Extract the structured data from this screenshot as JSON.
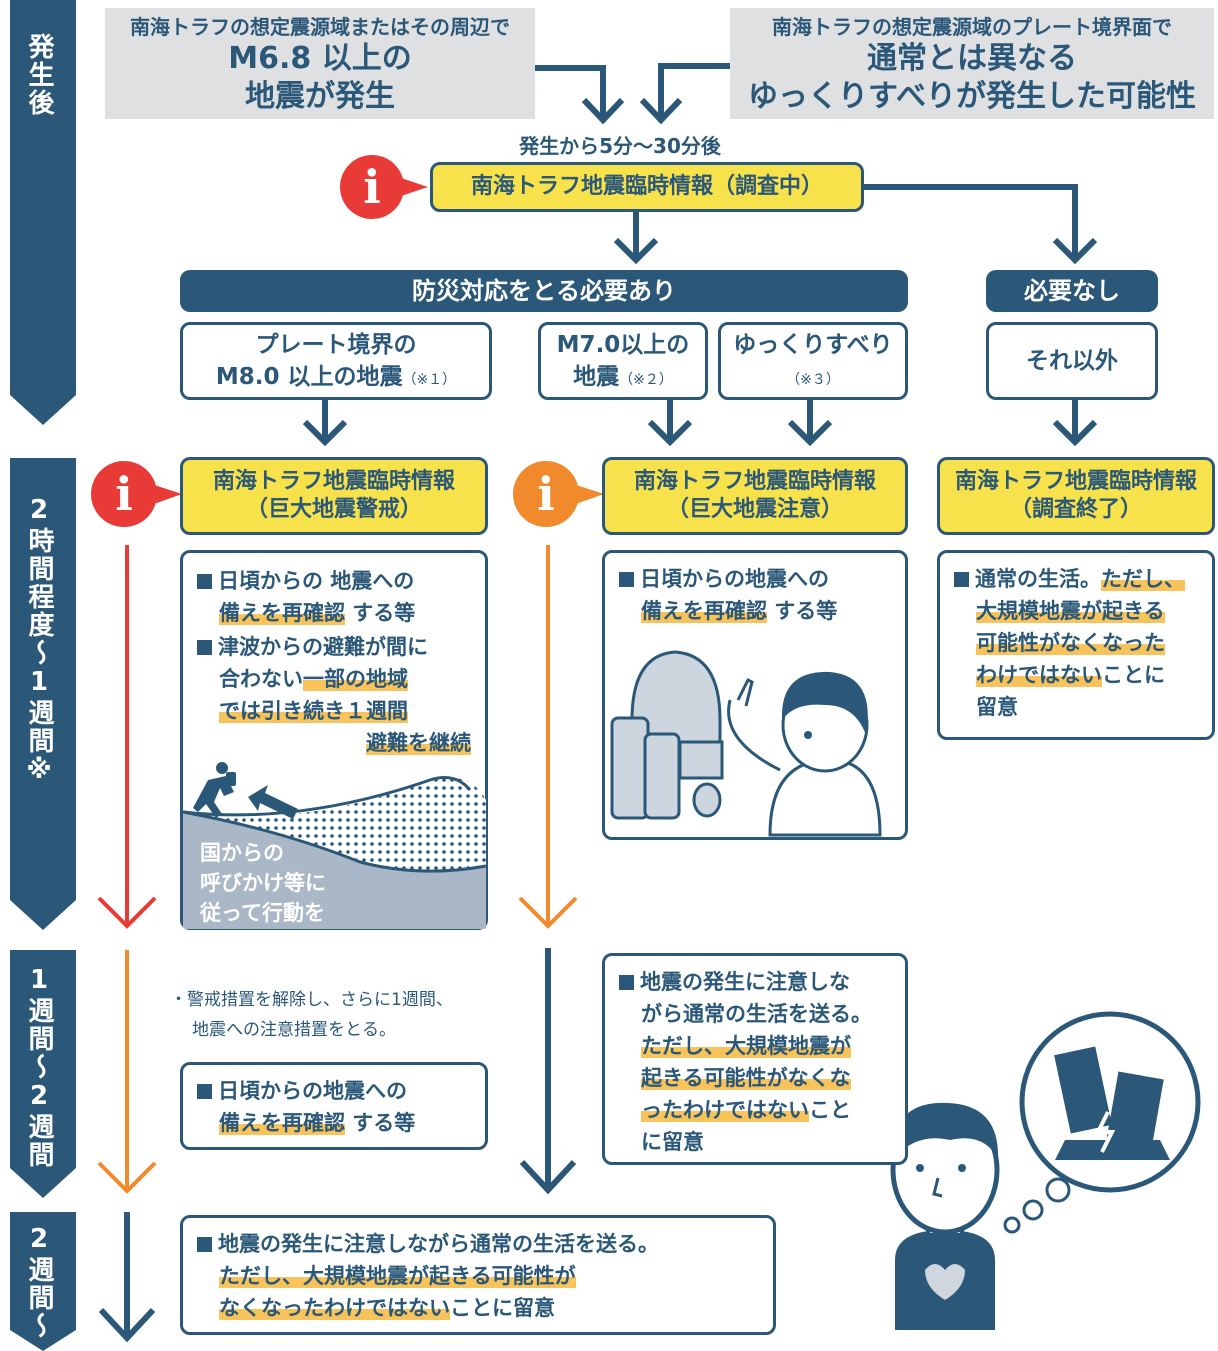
{
  "timeline": {
    "phase1": "発生後",
    "phase2": "2時間程度〜1週間※",
    "phase3": "1週間〜2週間",
    "phase4": "2週間〜"
  },
  "triggers": {
    "left_small": "南海トラフの想定震源域またはその周辺で",
    "left_big1": "M6.8 以上の",
    "left_big2": "地震が発生",
    "right_small": "南海トラフの想定震源域のプレート境界面で",
    "right_big1": "通常とは異なる",
    "right_big2": "ゆっくりすべりが発生した可能性"
  },
  "timing_label": "発生から5分〜30分後",
  "info_investigating": "南海トラフ地震臨時情報（調査中）",
  "needs_response": "防災対応をとる必要あり",
  "no_need": "必要なし",
  "cases": {
    "plate_line1": "プレート境界の",
    "plate_line2": "M8.0 以上の地震",
    "plate_note": "（※１）",
    "m7_line1": "M7.0以上の",
    "m7_line2": "地震",
    "m7_note": "（※２）",
    "slow_line1": "ゆっくりすべり",
    "slow_note": "（※３）",
    "other": "それ以外"
  },
  "info_warning": {
    "line1": "南海トラフ地震臨時情報",
    "line2": "（巨大地震警戒）"
  },
  "info_caution": {
    "line1": "南海トラフ地震臨時情報",
    "line2": "（巨大地震注意）"
  },
  "info_ended": {
    "line1": "南海トラフ地震臨時情報",
    "line2": "（調査終了）"
  },
  "warning_box": {
    "b1_a": "日頃からの 地震への",
    "b1_hl": "備えを再確認",
    "b1_b": " する等",
    "b2_a": "津波からの避難が間に",
    "b2_b": "合わない",
    "b2_hl1": "一部の地域",
    "b2_hl2": "では引き続き１週間",
    "b2_hl3": "避難を継続",
    "follow1": "国からの",
    "follow2": "呼びかけ等に",
    "follow3": "従って行動を"
  },
  "caution_box": {
    "b1_a": "日頃からの地震への",
    "b1_hl": "備えを再確認",
    "b1_b": " する等"
  },
  "ended_box": {
    "a": "通常の生活。",
    "hl1": "ただし、",
    "hl2": "大規模地震が起きる",
    "hl3": "可能性がなくなった",
    "hl4": "わけではない",
    "b": "ことに",
    "c": "留意"
  },
  "week2": {
    "bullet_line1": "・警戒措置を解除し、さらに1週間、",
    "bullet_line2": "地震への注意措置をとる。",
    "left_box_a": "日頃からの地震への",
    "left_box_hl": "備えを再確認",
    "left_box_b": " する等",
    "right_a1": "地震の発生に注意しな",
    "right_a2": "がら通常の生活を送る。",
    "right_hl1": "ただし、大規模地震が",
    "right_hl2": "起きる可能性がなくな",
    "right_hl3": "ったわけではない",
    "right_b": "こと",
    "right_c": "に留意"
  },
  "final_box": {
    "a": "地震の発生に注意しながら通常の生活を送る。",
    "hl1": "ただし、大規模地震が起きる可能性が",
    "hl2": "なくなったわけではない",
    "b": "ことに留意"
  },
  "info_icon_glyph": "i",
  "colors": {
    "navy": "#2b5879",
    "red": "#e83a36",
    "orange": "#f08a2d",
    "yellow": "#f7e24b",
    "highlight": "#f7c35a",
    "gray": "#dfe0e2"
  }
}
